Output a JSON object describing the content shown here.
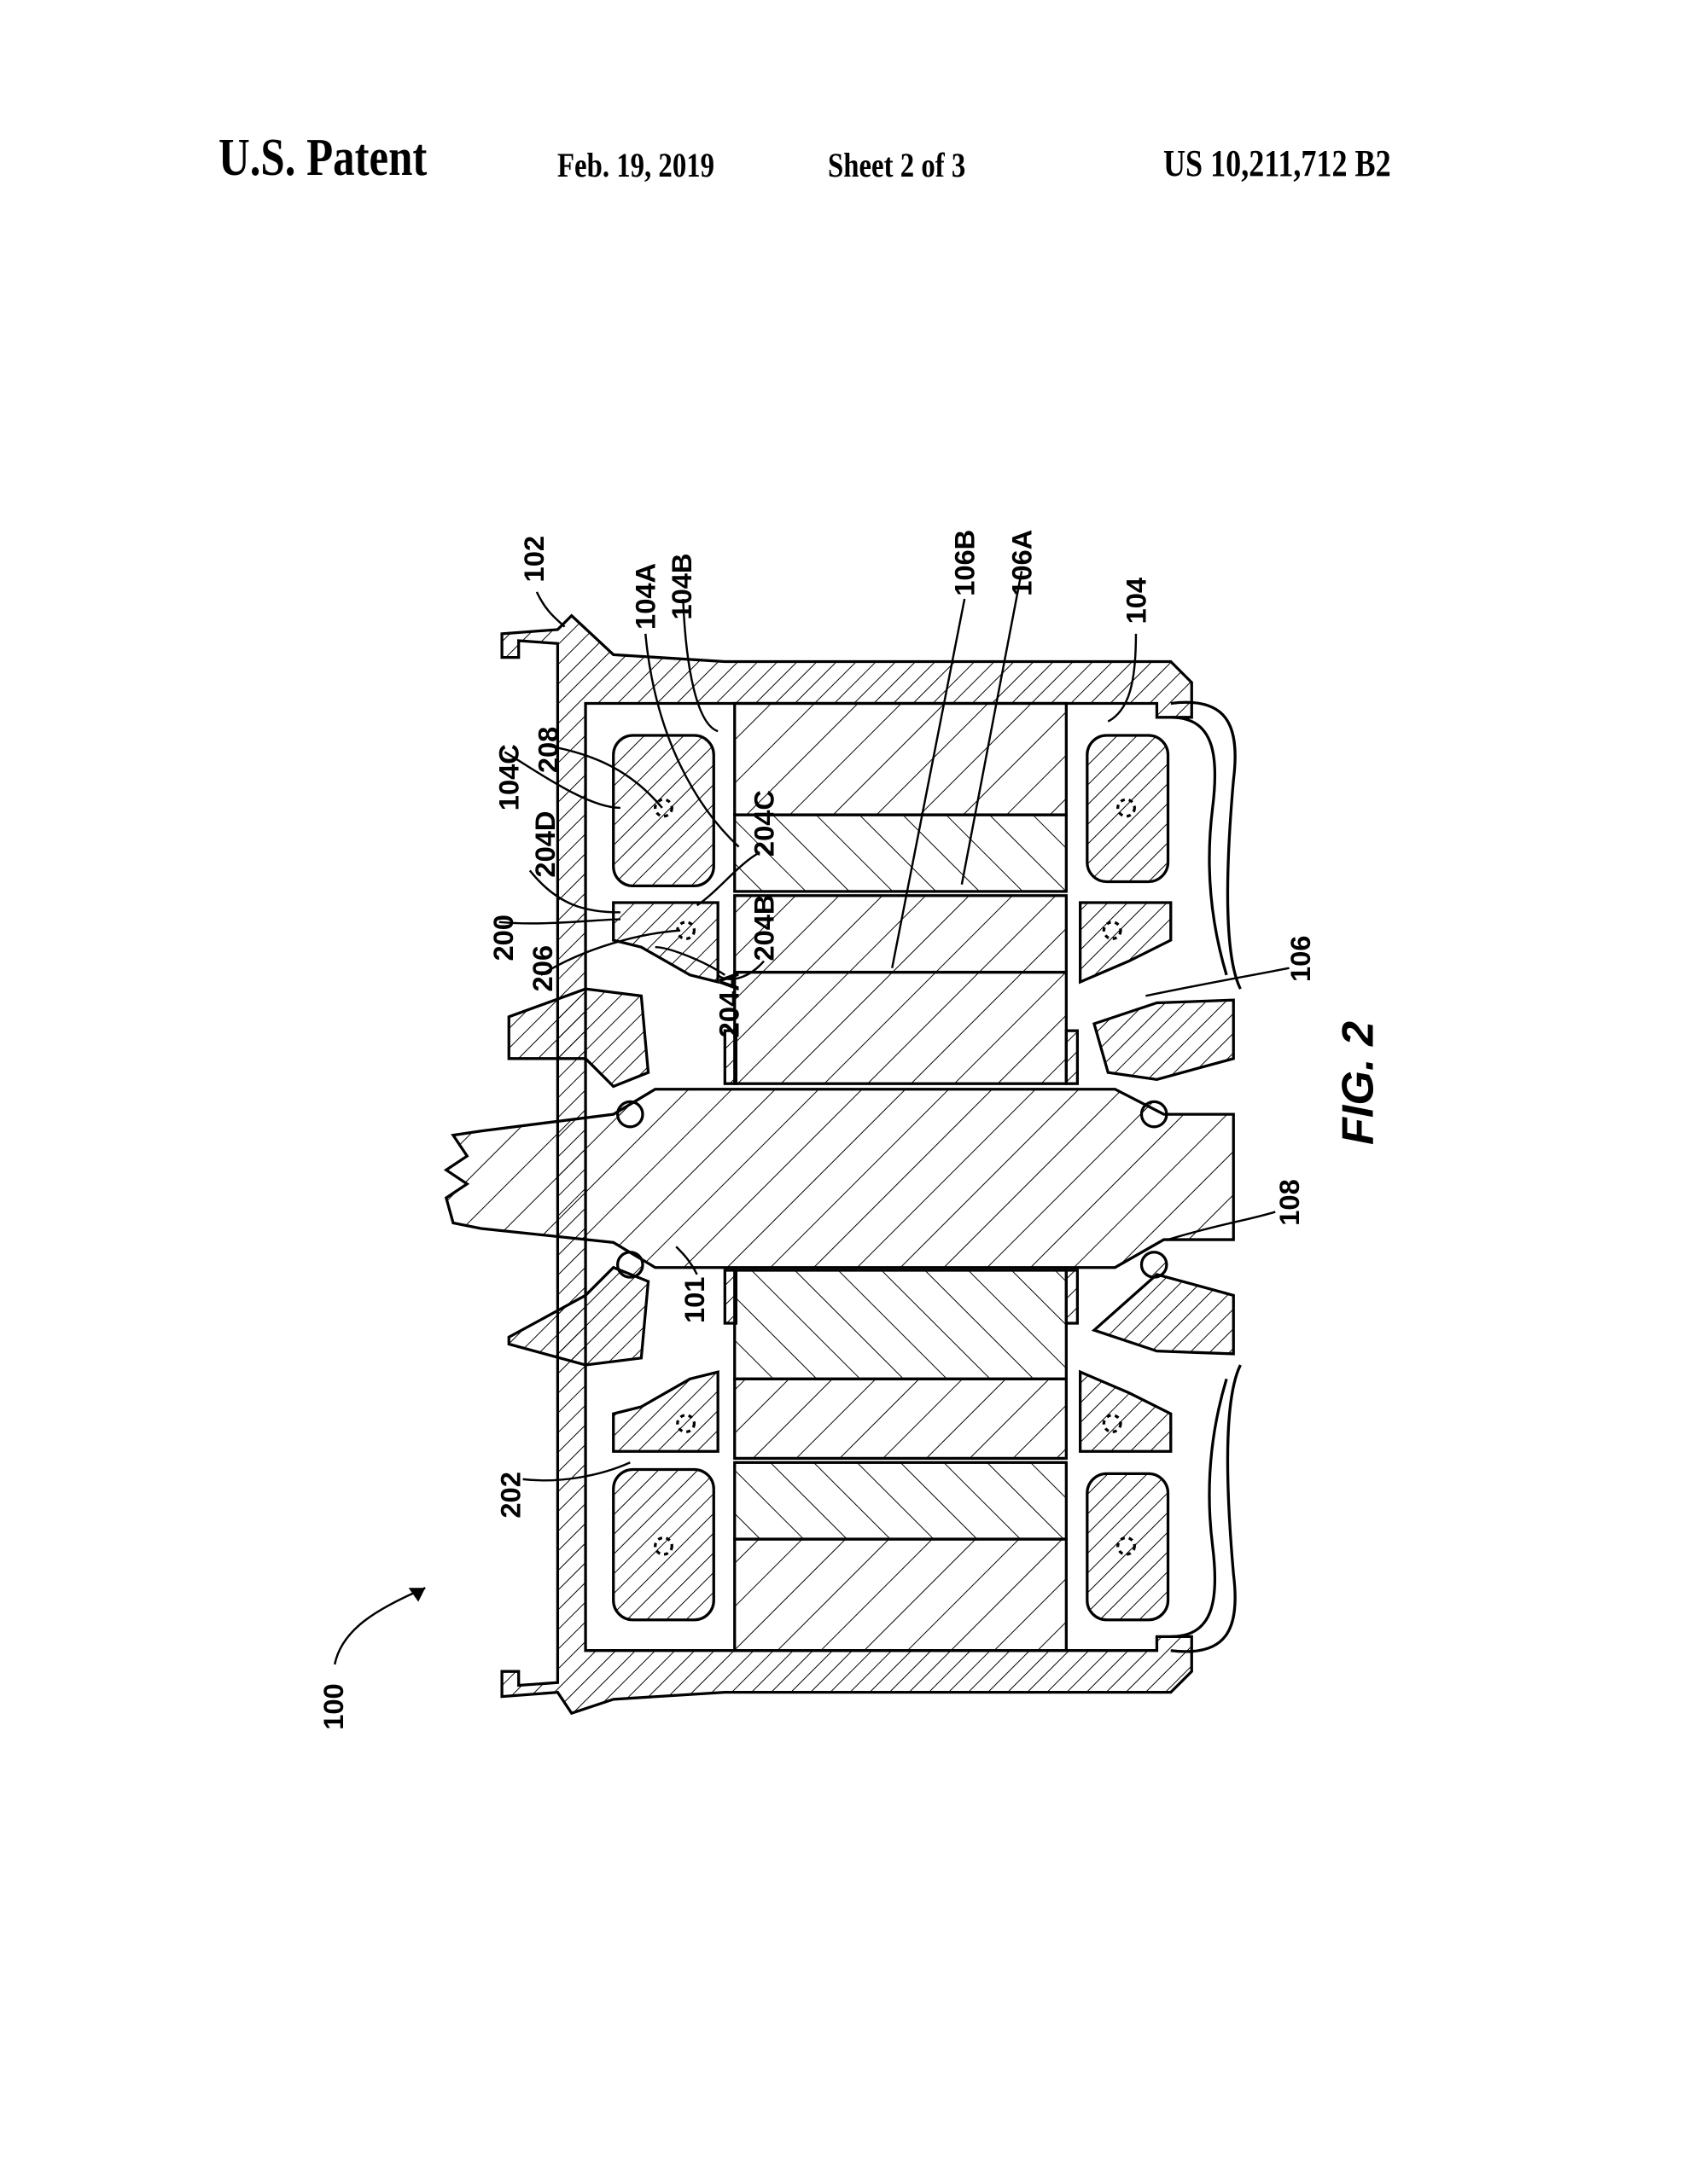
{
  "header": {
    "title": "U.S. Patent",
    "date": "Feb. 19, 2019",
    "sheet": "Sheet 2 of 3",
    "patent_number": "US 10,211,712 B2"
  },
  "figure": {
    "caption": "FIG. 2",
    "labels": {
      "l100": "100",
      "l101": "101",
      "l102": "102",
      "l104": "104",
      "l104A": "104A",
      "l104B": "104B",
      "l104C": "104C",
      "l106": "106",
      "l106A": "106A",
      "l106B": "106B",
      "l108": "108",
      "l200": "200",
      "l202": "202",
      "l204A": "204A",
      "l204B": "204B",
      "l204C": "204C",
      "l204D": "204D",
      "l206": "206",
      "l208": "208"
    }
  }
}
